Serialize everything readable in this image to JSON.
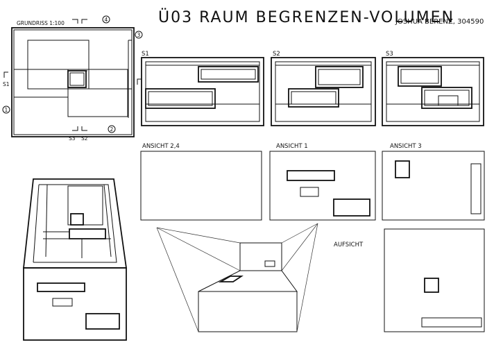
{
  "sheet": {
    "title": "Ü03 RAUM BEGRENZEN-VOLUMEN",
    "author": "JOSHUA BERENZ, 304590"
  },
  "plan": {
    "label": "GRUNDRISS 1:100",
    "markers": [
      "1",
      "2",
      "3",
      "4"
    ],
    "sections": [
      "S1",
      "S2",
      "S3"
    ]
  },
  "section_views": [
    "S1",
    "S2",
    "S3"
  ],
  "elevations": [
    "ANSICHT 2,4",
    "ANSICHT 1",
    "ANSICHT 3"
  ],
  "top_view": "AUFSICHT"
}
